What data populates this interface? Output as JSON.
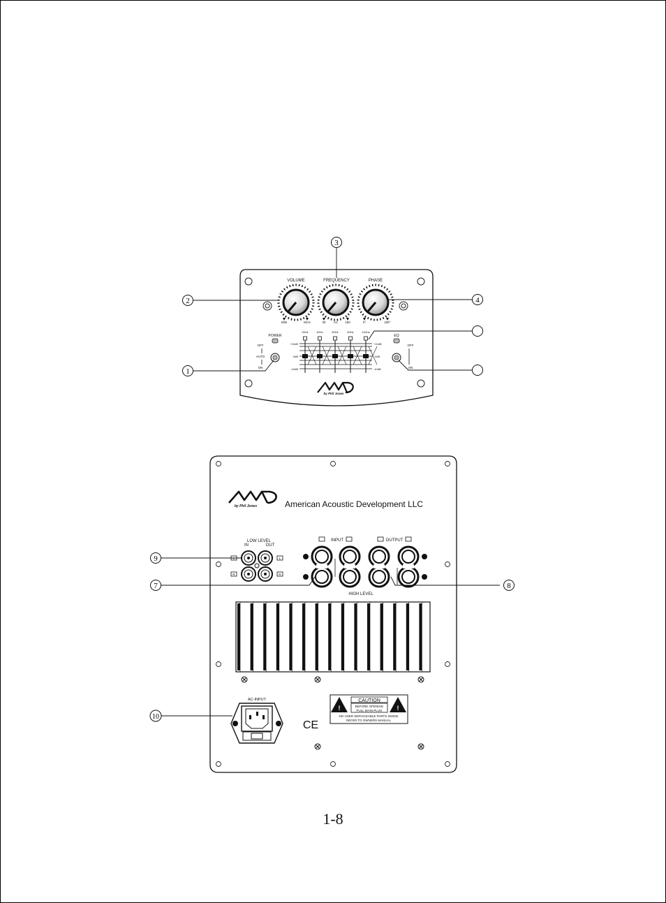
{
  "callouts": {
    "c1": "1",
    "c2": "2",
    "c3": "3",
    "c4": "4",
    "c7": "7",
    "c8": "8",
    "c9": "9",
    "c10": "10"
  },
  "front_panel": {
    "knob_labels": {
      "volume": "VOLUME",
      "frequency": "FREQUENCY",
      "phase": "PHASE"
    },
    "volume_scale": {
      "min": "MIN",
      "max": "MAX"
    },
    "frequency_scale": {
      "low": "30",
      "unit": "Hz",
      "high": "160"
    },
    "phase_scale": {
      "low": "0°",
      "high": "180°"
    },
    "eq_bands": [
      "25Hz",
      "40Hz",
      "50Hz",
      "63Hz",
      "100Hz"
    ],
    "eq_levels": {
      "plus": "+10dB",
      "zero": "0dB",
      "minus": "-10dB"
    },
    "power_label": "POWER",
    "power_switch": {
      "off": "OFF",
      "auto": "AUTO",
      "on": "ON"
    },
    "eq_label": "EQ",
    "eq_switch": {
      "off": "OFF",
      "on": "ON"
    },
    "logo_sub": "by Phil Jones"
  },
  "rear_panel": {
    "logo_sub": "by Phil Jones",
    "company": "American Acoustic Development LLC",
    "low_level": {
      "title": "LOW LEVEL",
      "in": "IN",
      "out": "OUT",
      "l": "L",
      "r": "R"
    },
    "input_label": "INPUT",
    "output_label": "OUTPUT",
    "high_level": "HIGH LEVEL",
    "ac_input": "AC-INPUT",
    "caution": {
      "title": "CAUTION",
      "line1": "BEFORE OPENING",
      "line2": "PULL MAIN PLUG",
      "line3": "NO USER SERVICEABLE PARTS INSIDE",
      "line4": "REFER TO OWNERS MANUAL"
    },
    "ce_mark": "CE"
  },
  "page_number": "1-8"
}
